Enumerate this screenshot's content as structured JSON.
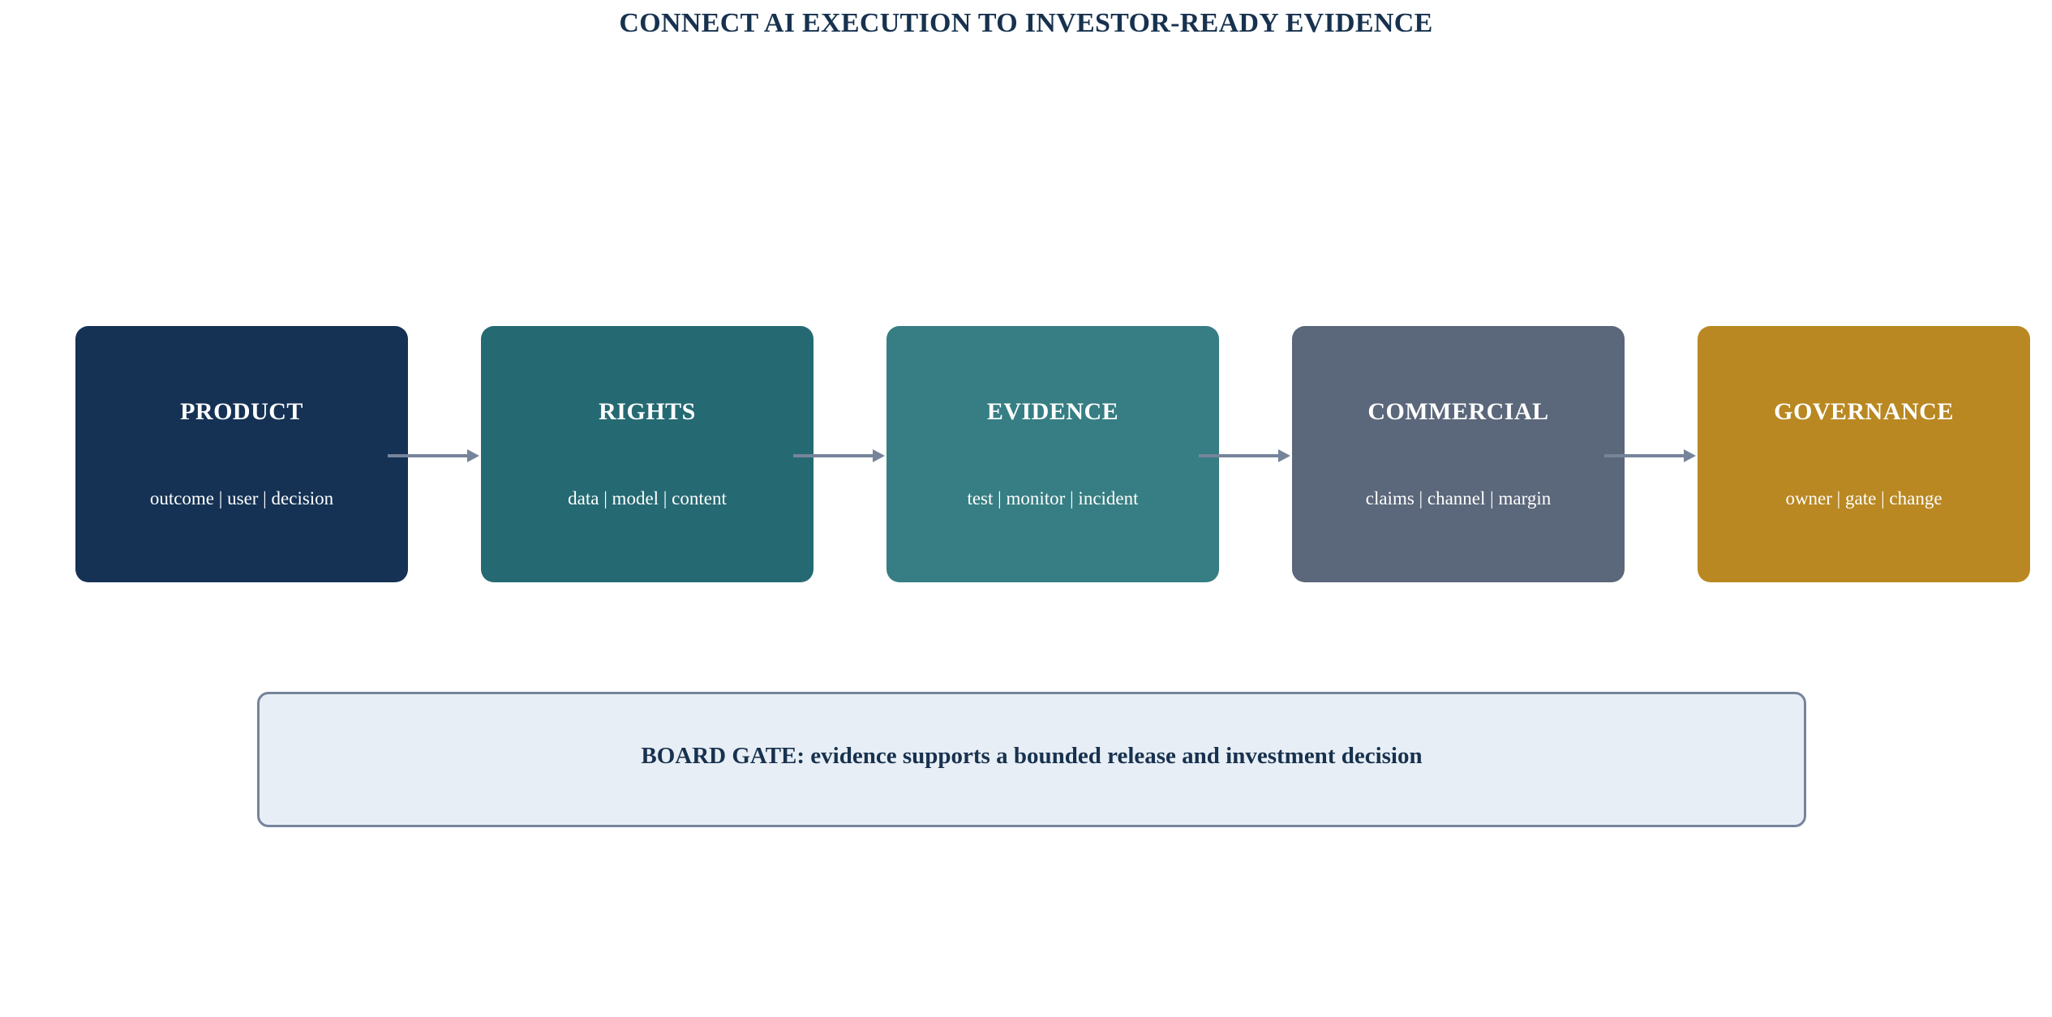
{
  "title": "CONNECT AI EXECUTION TO INVESTOR-READY EVIDENCE",
  "stages": [
    {
      "label": "PRODUCT",
      "detail": "outcome | user | decision",
      "color": "#153255"
    },
    {
      "label": "RIGHTS",
      "detail": "data | model | content",
      "color": "#256a73"
    },
    {
      "label": "EVIDENCE",
      "detail": "test | monitor | incident",
      "color": "#367e83"
    },
    {
      "label": "COMMERCIAL",
      "detail": "claims | channel | margin",
      "color": "#5b677a"
    },
    {
      "label": "GOVERNANCE",
      "detail": "owner | gate | change",
      "color": "#b98822"
    }
  ],
  "gate": {
    "text": "BOARD GATE: evidence supports a bounded release and investment decision"
  },
  "colors": {
    "title": "#17324f",
    "arrow": "#76849a",
    "gate_fill": "#e8eef5",
    "gate_border": "#76849a"
  }
}
